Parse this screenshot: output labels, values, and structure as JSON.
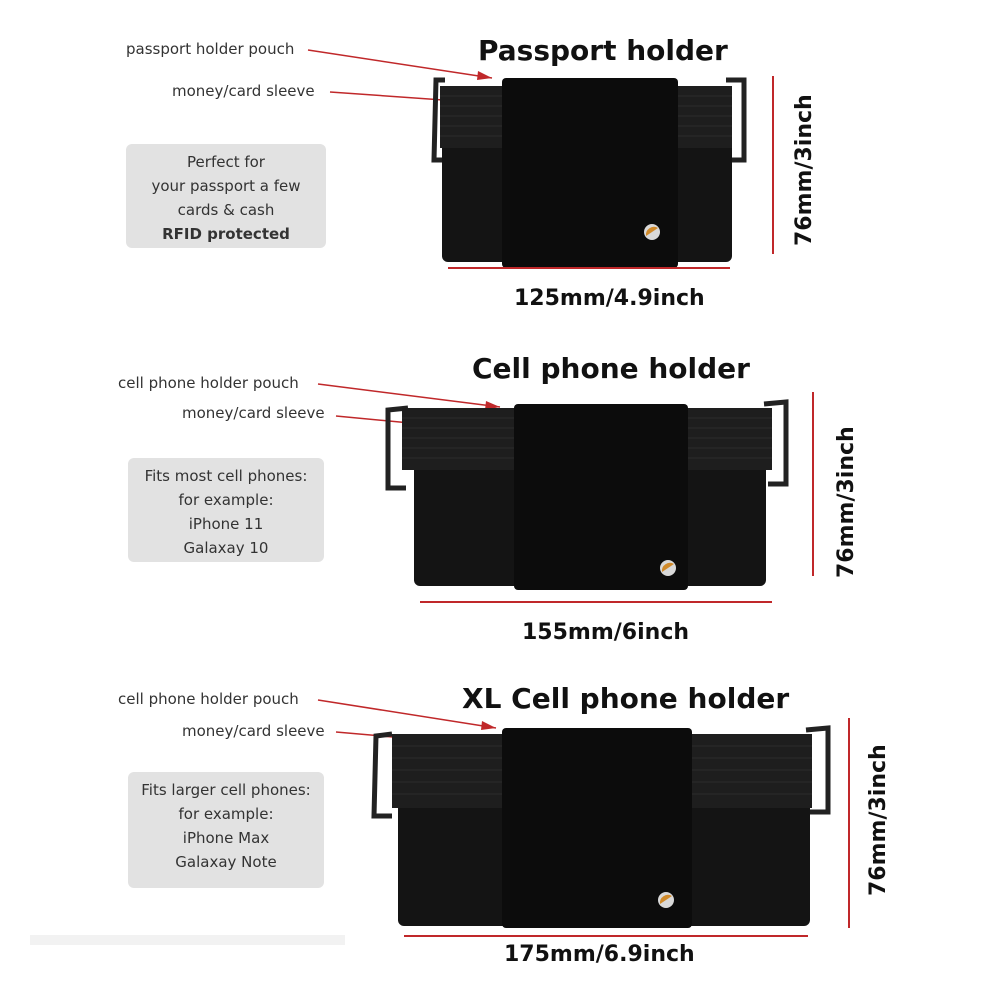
{
  "sections": [
    {
      "title": "Passport holder",
      "labels": [
        "passport holder pouch",
        "money/card sleeve"
      ],
      "info_lines": [
        "Perfect for",
        "your passport a few",
        "cards & cash",
        "RFID protected"
      ],
      "width_label": "125mm/4.9inch",
      "height_label": "76mm/3inch"
    },
    {
      "title": "Cell phone holder",
      "labels": [
        "cell phone holder pouch",
        "money/card sleeve"
      ],
      "info_lines": [
        "Fits most cell phones:",
        "for example:",
        "iPhone 11",
        "Galaxay 10"
      ],
      "width_label": "155mm/6inch",
      "height_label": "76mm/3inch"
    },
    {
      "title": "XL Cell phone holder",
      "labels": [
        "cell phone holder pouch",
        "money/card sleeve"
      ],
      "info_lines": [
        "Fits larger cell phones:",
        "for example:",
        "iPhone Max",
        "Galaxay Note"
      ],
      "width_label": "175mm/6.9inch",
      "height_label": "76mm/3inch"
    }
  ],
  "colors": {
    "dimension_line": "#c0282a",
    "product_fabric": "#111111",
    "info_box": "#e2e2e2"
  }
}
